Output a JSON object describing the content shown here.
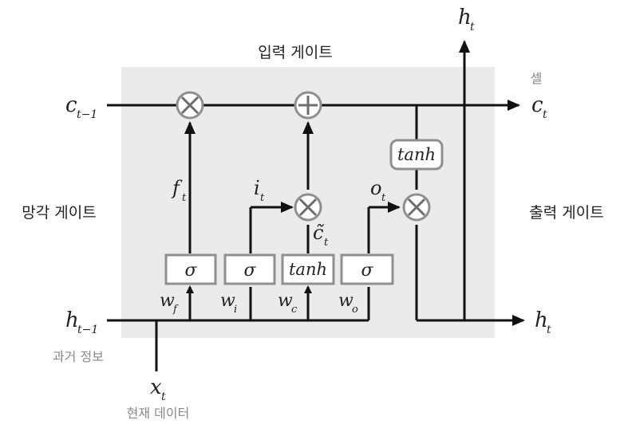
{
  "labels": {
    "input_gate": "입력 게이트",
    "cell": "셀",
    "forget_gate": "망각 게이트",
    "output_gate": "출력 게이트",
    "past_info": "과거 정보",
    "current_data": "현재 데이터"
  },
  "symbols": {
    "c_prev": "c",
    "c_prev_sub": "t−1",
    "c_next": "c",
    "c_next_sub": "t",
    "h_prev": "h",
    "h_prev_sub": "t−1",
    "h_next": "h",
    "h_next_sub": "t",
    "h_top": "h",
    "h_top_sub": "t",
    "x": "x",
    "x_sub": "t",
    "f": "f",
    "f_sub": "t",
    "i": "i",
    "i_sub": "t",
    "o": "o",
    "o_sub": "t",
    "c_tilde": "c̃",
    "c_tilde_sub": "t",
    "wf": "w",
    "wf_sub": "f",
    "wi": "w",
    "wi_sub": "i",
    "wc": "w",
    "wc_sub": "c",
    "wo": "w",
    "wo_sub": "o"
  },
  "boxes": {
    "sigma_f": "σ",
    "sigma_i": "σ",
    "tanh_c": "tanh",
    "sigma_o": "σ",
    "tanh_out": "tanh"
  },
  "colors": {
    "background_panel": "#ebebeb",
    "box_border": "#8f8f8f",
    "wire": "#111111"
  }
}
